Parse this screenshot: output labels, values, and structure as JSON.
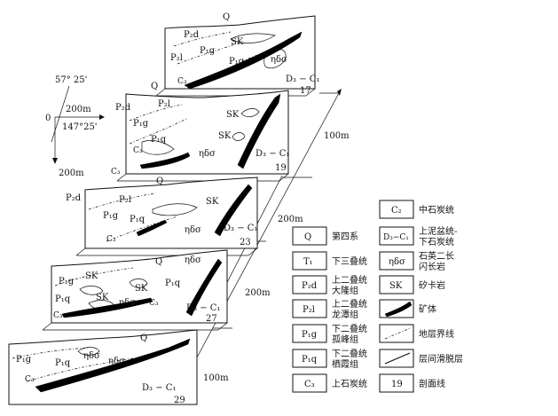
{
  "orientation": {
    "latitude": "57° 25'",
    "longitude": "147°25'",
    "origin": "0",
    "east_scale": "200m",
    "south_scale": "200m"
  },
  "spacing_labels": [
    "100m",
    "200m",
    "200m",
    "100m"
  ],
  "sections": [
    {
      "number": "17",
      "units": {
        "q": "Q",
        "p2d": "P₂d",
        "p2l": "P₂l",
        "p1g": "P₁g",
        "sk": "SK",
        "p1q": "P₁q",
        "eta": "ηδσ",
        "c3": "C₃",
        "d3c1": "D₃ − C₁"
      }
    },
    {
      "number": "19",
      "units": {
        "q": "Q",
        "p2d": "P₂d",
        "p2l": "P₂l",
        "p1g": "P₁g",
        "sk1": "SK",
        "sk2": "SK",
        "p1q": "P₁q",
        "eta": "ηδσ",
        "c3a": "C₃",
        "c3b": "C₃",
        "d3c1": "D₃ − C₁"
      }
    },
    {
      "number": "23",
      "units": {
        "q": "Q",
        "p2d": "P₂d",
        "p2l": "P₂l",
        "p1g": "P₁g",
        "p1q": "P₁q",
        "sk": "SK",
        "eta": "ηδσ",
        "c3": "C₃",
        "d3c1": "D₃ − C₁"
      }
    },
    {
      "number": "27",
      "units": {
        "q": "Q",
        "eta_top": "ηδσ",
        "sk1": "SK",
        "p1g": "P₁g",
        "p1q_left": "P₁q",
        "sk2": "SK",
        "sk3": "SK",
        "eta": "ηδσ",
        "p1q_right": "P₁q",
        "c3a": "C₃",
        "c3b": "C₃",
        "d3c1": "D₃ − C₁"
      }
    },
    {
      "number": "29",
      "units": {
        "q": "Q",
        "p1g": "P₁g",
        "p1q": "P₁q",
        "eta1": "ηδσ",
        "eta2": "ηδσ",
        "c3": "C₃",
        "d3c1": "D₃ − C₁"
      }
    }
  ],
  "legend": {
    "left": [
      {
        "code": "Q",
        "desc": "第四系"
      },
      {
        "code": "T₁",
        "desc": "下三叠统"
      },
      {
        "code": "P₂d",
        "desc": "上二叠统",
        "desc2": "大隆组"
      },
      {
        "code": "P₂l",
        "desc": "上二叠统",
        "desc2": "龙潭组"
      },
      {
        "code": "P₁g",
        "desc": "下二叠统",
        "desc2": "孤峰组"
      },
      {
        "code": "P₁q",
        "desc": "下二叠统",
        "desc2": "栖霞组"
      },
      {
        "code": "C₃",
        "desc": "上石炭统"
      }
    ],
    "right": [
      {
        "code": "C₂",
        "desc": "中石炭统"
      },
      {
        "code": "D₃−C₁",
        "desc": "上泥盆统-",
        "desc2": "下石炭统"
      },
      {
        "code": "ηδσ",
        "desc": "石英二长",
        "desc2": "闪长岩"
      },
      {
        "code": "SK",
        "desc": "矽卡岩"
      },
      {
        "code": "ore-body-swatch",
        "desc": "矿体"
      },
      {
        "code": "dash-line-swatch",
        "desc": "地层界线"
      },
      {
        "code": "slip-line-swatch",
        "desc": "层间滑脱层"
      },
      {
        "code": "19",
        "desc": "剖面线"
      }
    ]
  }
}
